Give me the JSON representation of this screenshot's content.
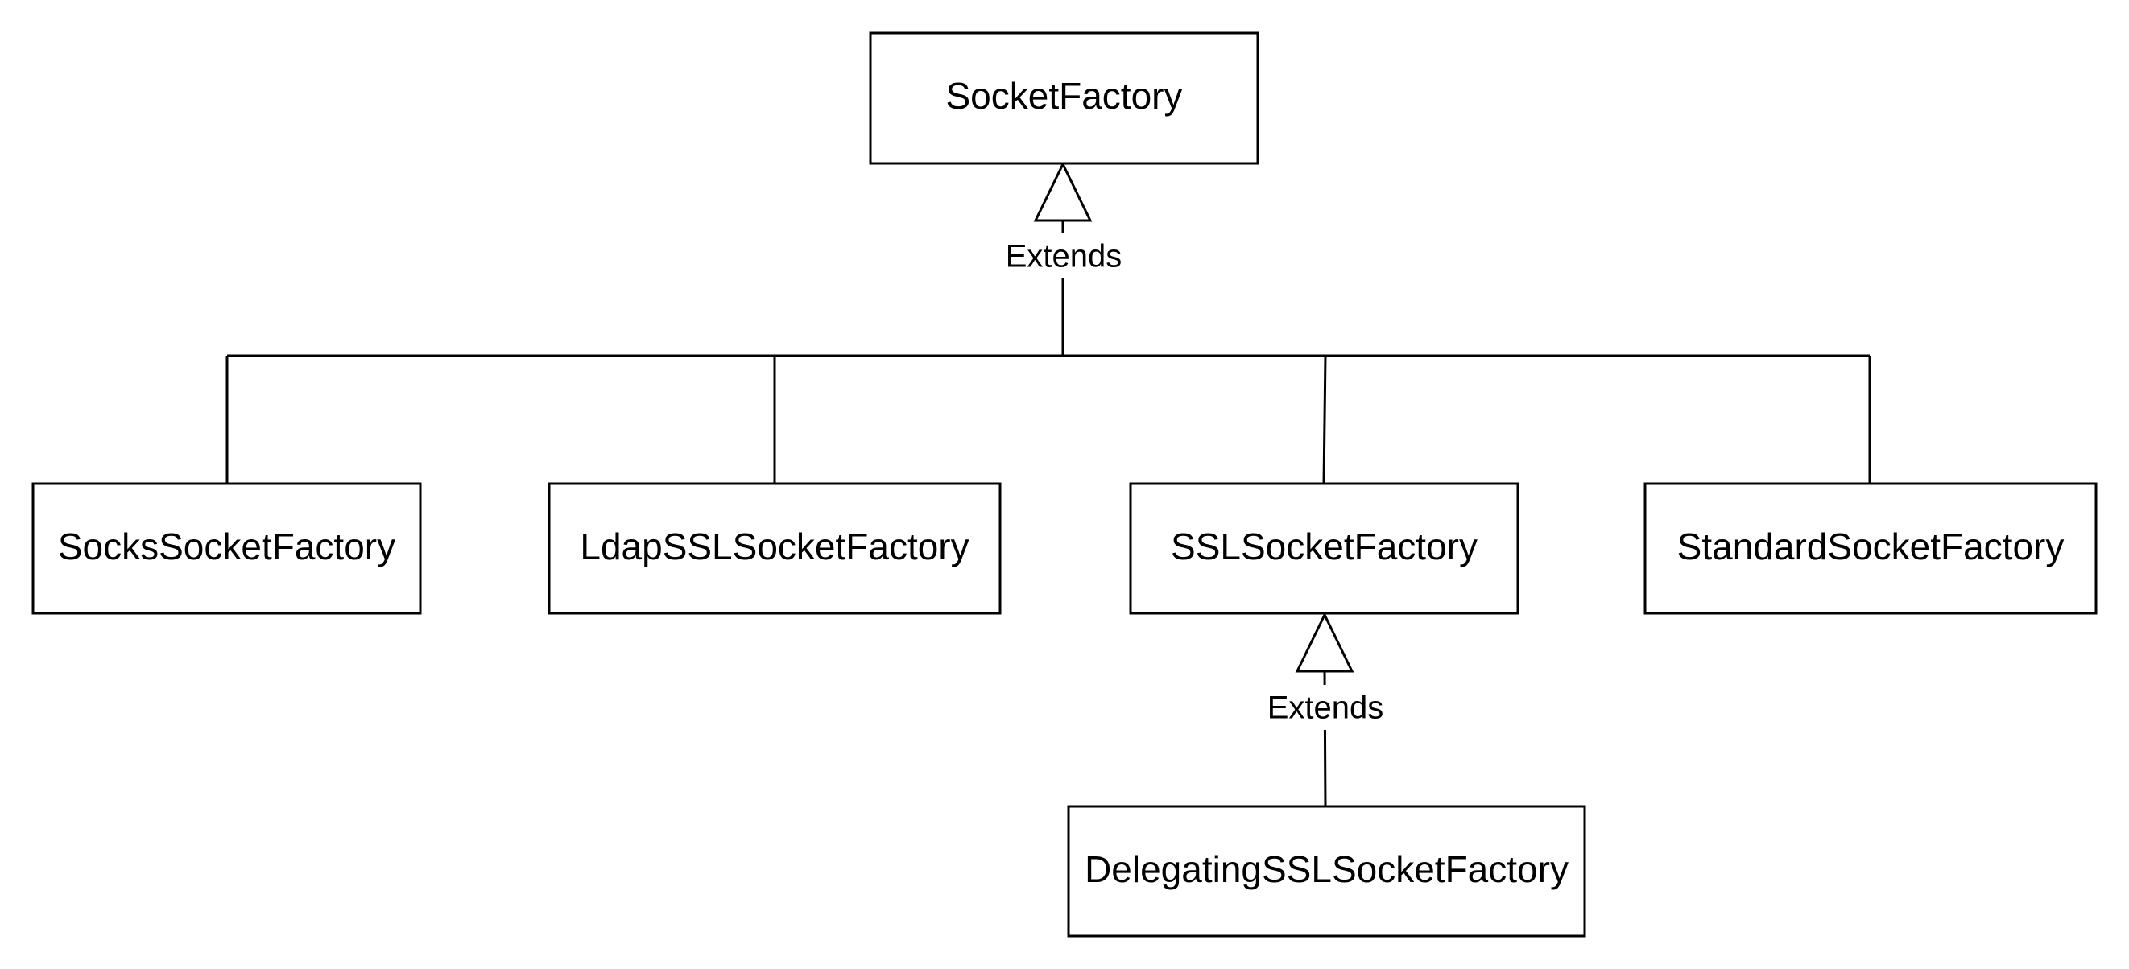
{
  "nodes": {
    "socket_factory": "SocketFactory",
    "socks_socket_factory": "SocksSocketFactory",
    "ldap_ssl_socket_factory": "LdapSSLSocketFactory",
    "ssl_socket_factory": "SSLSocketFactory",
    "standard_socket_factory": "StandardSocketFactory",
    "delegating_ssl_socket_factory": "DelegatingSSLSocketFactory"
  },
  "edges": {
    "extends_socket_factory": "Extends",
    "extends_ssl_socket_factory": "Extends"
  },
  "colors": {
    "stroke": "#000000",
    "fill": "#ffffff"
  }
}
